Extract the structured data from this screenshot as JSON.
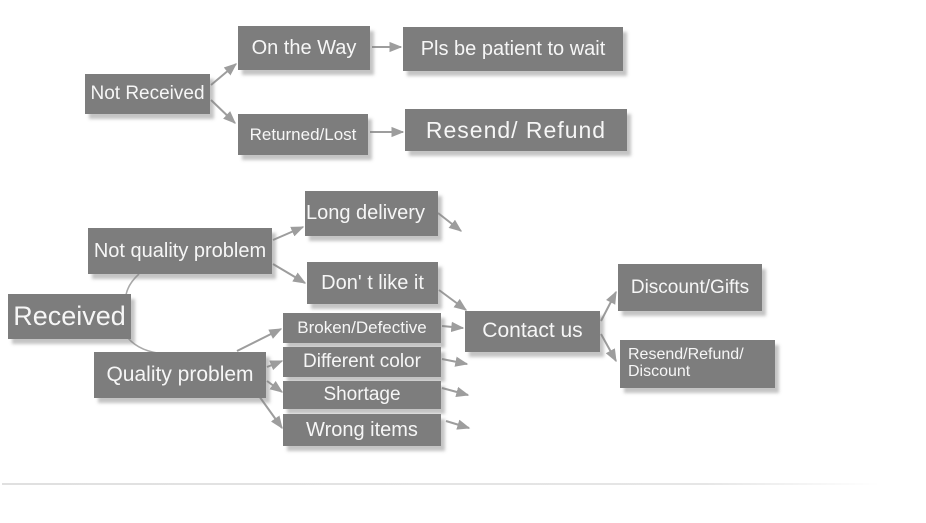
{
  "diagram": {
    "description": "After-sales service flowchart",
    "colors": {
      "node_fill": "#7d7d7d",
      "node_text": "#f6f6f6",
      "arrow": "#9d9d9d",
      "background": "#ffffff"
    },
    "nodes": {
      "not_received": {
        "label": "Not Received"
      },
      "on_the_way": {
        "label": "On the Way"
      },
      "pls_be_patient": {
        "label": "Pls be patient to wait"
      },
      "returned_lost": {
        "label": "Returned/Lost"
      },
      "resend_refund": {
        "label": "Resend/ Refund"
      },
      "received": {
        "label": "Received"
      },
      "not_quality_problem": {
        "label": "Not quality problem"
      },
      "long_delivery": {
        "label": "Long delivery"
      },
      "dont_like_it": {
        "label": "Don' t like it"
      },
      "quality_problem": {
        "label": "Quality problem"
      },
      "broken_defective": {
        "label": "Broken/Defective"
      },
      "different_color": {
        "label": "Different color"
      },
      "shortage": {
        "label": "Shortage"
      },
      "wrong_items": {
        "label": "Wrong items"
      },
      "contact_us": {
        "label": "Contact us"
      },
      "discount_gifts": {
        "label": "Discount/Gifts"
      },
      "resend_refund_discount": {
        "line1": "Resend/Refund/",
        "line2": "Discount"
      }
    },
    "edges": [
      {
        "from": "Not Received",
        "to": "On the Way"
      },
      {
        "from": "Not Received",
        "to": "Returned/Lost"
      },
      {
        "from": "On the Way",
        "to": "Pls be patient to wait"
      },
      {
        "from": "Returned/Lost",
        "to": "Resend/ Refund"
      },
      {
        "from": "Received",
        "to": "Not quality problem"
      },
      {
        "from": "Received",
        "to": "Quality problem"
      },
      {
        "from": "Not quality problem",
        "to": "Long delivery"
      },
      {
        "from": "Not quality problem",
        "to": "Don' t like it"
      },
      {
        "from": "Long delivery",
        "to": "Contact us"
      },
      {
        "from": "Don' t like it",
        "to": "Contact us"
      },
      {
        "from": "Quality problem",
        "to": "Broken/Defective"
      },
      {
        "from": "Quality problem",
        "to": "Different color"
      },
      {
        "from": "Quality problem",
        "to": "Shortage"
      },
      {
        "from": "Quality problem",
        "to": "Wrong items"
      },
      {
        "from": "Broken/Defective",
        "to": "Contact us"
      },
      {
        "from": "Different color",
        "to": "Contact us"
      },
      {
        "from": "Shortage",
        "to": "Contact us"
      },
      {
        "from": "Wrong items",
        "to": "Contact us"
      },
      {
        "from": "Contact us",
        "to": "Discount/Gifts"
      },
      {
        "from": "Contact us",
        "to": "Resend/Refund/Discount"
      }
    ]
  }
}
